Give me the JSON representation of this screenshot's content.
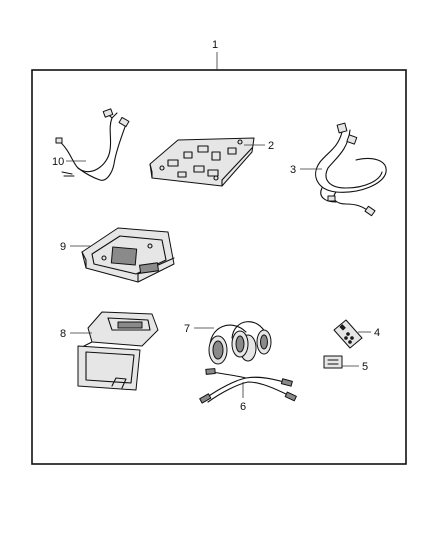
{
  "diagram": {
    "callouts": [
      {
        "id": "1",
        "label": "1"
      },
      {
        "id": "2",
        "label": "2"
      },
      {
        "id": "3",
        "label": "3"
      },
      {
        "id": "4",
        "label": "4"
      },
      {
        "id": "5",
        "label": "5"
      },
      {
        "id": "6",
        "label": "6"
      },
      {
        "id": "7",
        "label": "7"
      },
      {
        "id": "8",
        "label": "8"
      },
      {
        "id": "9",
        "label": "9"
      },
      {
        "id": "10",
        "label": "10"
      }
    ],
    "colors": {
      "line": "#111111",
      "fill_light": "#e6e6e6",
      "fill_mid": "#8a8a8a",
      "background": "#ffffff"
    }
  }
}
